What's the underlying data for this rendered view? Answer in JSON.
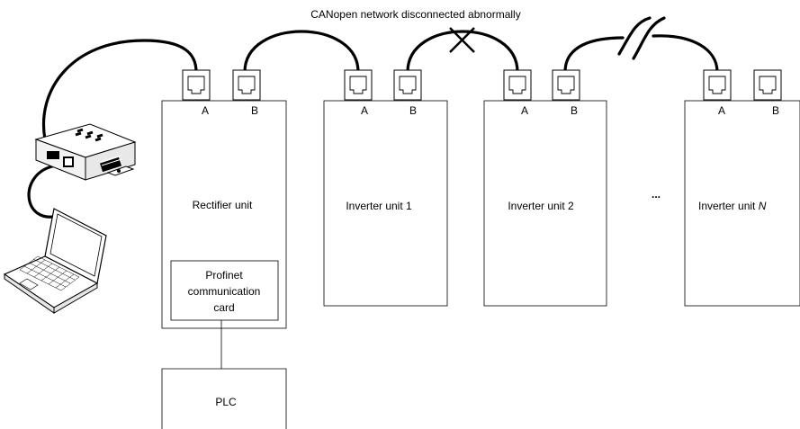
{
  "title": "CANopen network disconnected abnormally",
  "units": [
    {
      "id": "rectifier",
      "label": "Rectifier unit",
      "port_a": "A",
      "port_b": "B"
    },
    {
      "id": "inverter-1",
      "label": "Inverter unit 1",
      "port_a": "A",
      "port_b": "B"
    },
    {
      "id": "inverter-2",
      "label": "Inverter unit 2",
      "port_a": "A",
      "port_b": "B"
    },
    {
      "id": "inverter-n",
      "label_prefix": "Inverter unit ",
      "label_n": "N",
      "port_a": "A",
      "port_b": "B"
    }
  ],
  "ellipsis": "...",
  "comm_card": {
    "line1": "Profinet",
    "line2": "communication",
    "line3": "card"
  },
  "plc": {
    "label": "PLC"
  },
  "break_marker": "cross-icon"
}
